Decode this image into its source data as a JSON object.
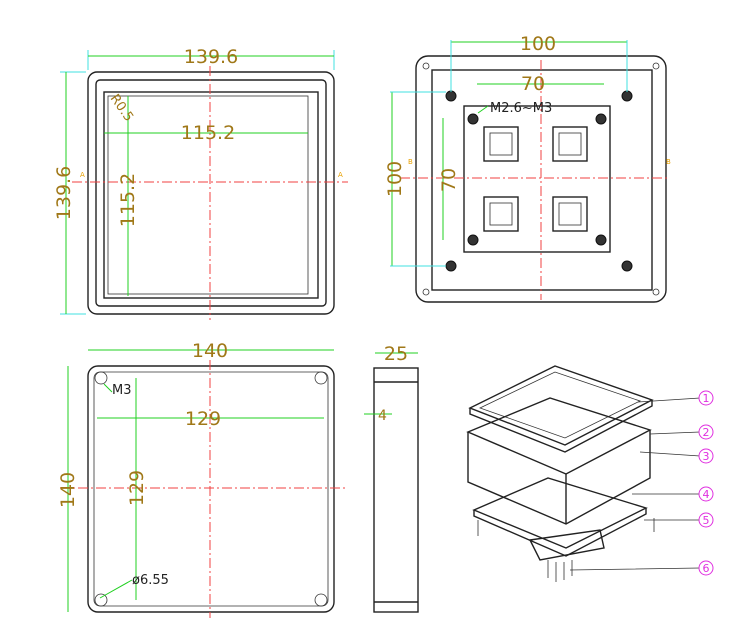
{
  "top_view": {
    "width": "139.6",
    "height": "139.6",
    "inner_width": "115.2",
    "inner_height": "115.2",
    "radius": "R0.5",
    "section_mark": "A"
  },
  "bottom_view": {
    "hole_spacing_x": "100",
    "hole_spacing_y": "100",
    "inner_spacing_x": "70",
    "inner_spacing_y": "70",
    "screw_note": "M2.6~M3",
    "section_mark": "B"
  },
  "base_view": {
    "width": "140",
    "height": "140",
    "hole_spacing_x": "129",
    "hole_spacing_y": "129",
    "screw_note": "M3",
    "hole_diameter": "ø6.55"
  },
  "side_view": {
    "depth": "25",
    "wall": "4"
  },
  "exploded_view": {
    "callouts": [
      "1",
      "2",
      "3",
      "4",
      "5",
      "6"
    ]
  },
  "colors": {
    "dimension_text": "#a07818",
    "dimension_line": "#20d020",
    "centerline": "#f04040",
    "callout": "#e030e0"
  }
}
